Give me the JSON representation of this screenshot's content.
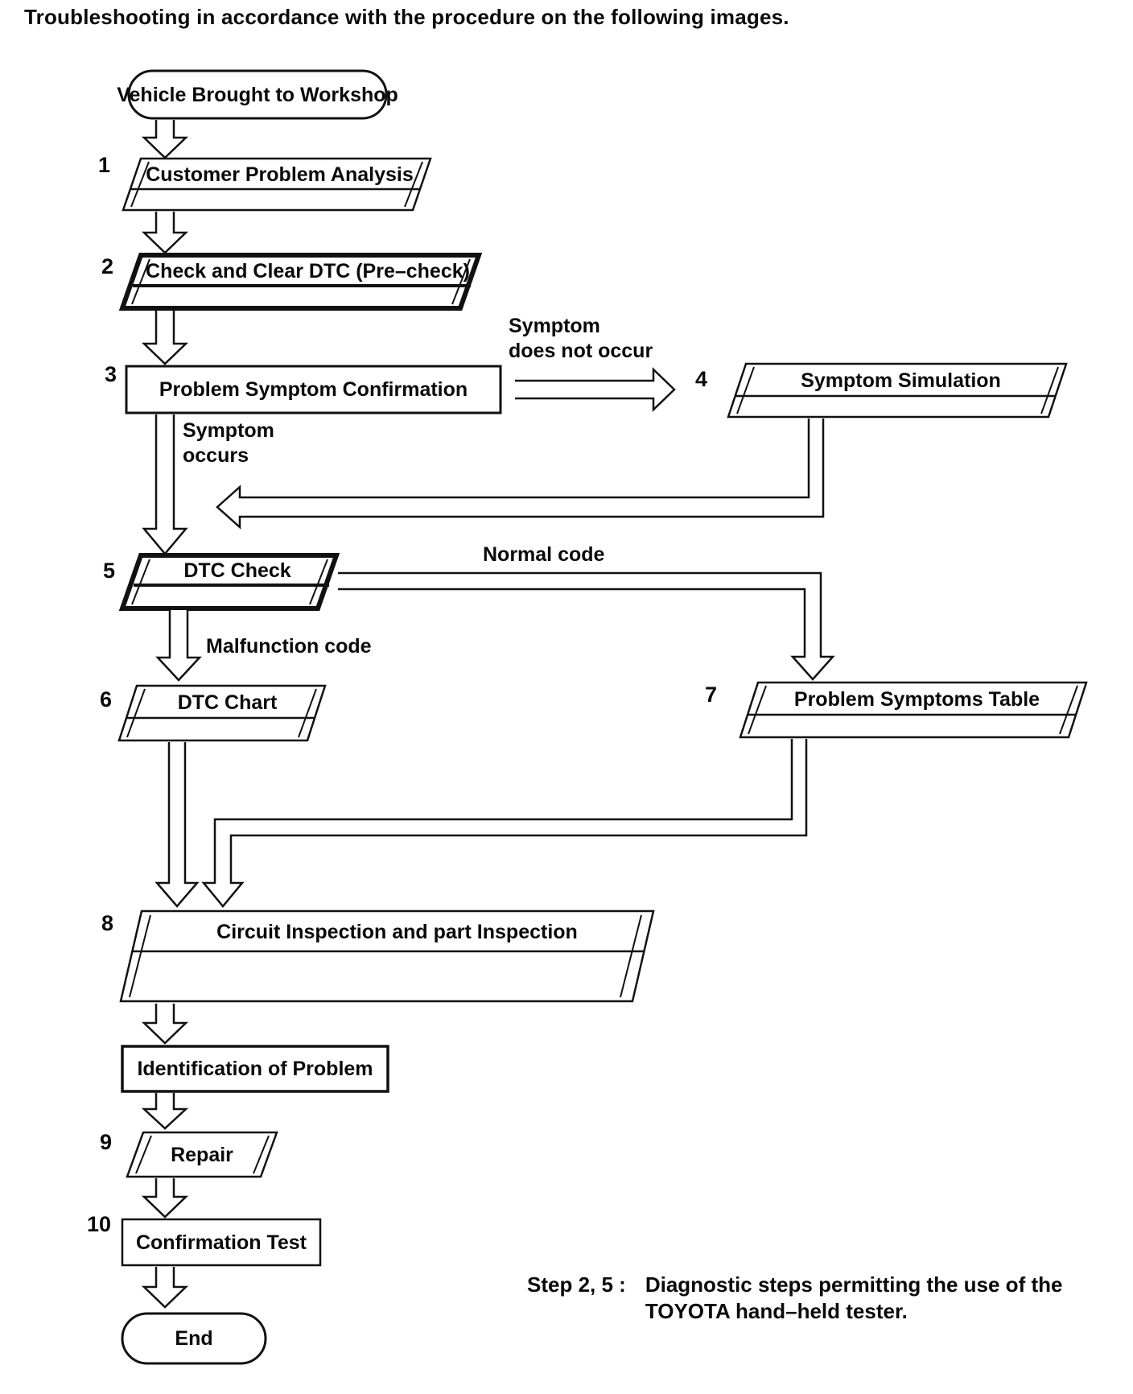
{
  "title": "Troubleshooting in accordance with the procedure on the following images.",
  "start_label": "Vehicle Brought to Workshop",
  "end_label": "End",
  "identification_label": "Identification of Problem",
  "steps": {
    "1": {
      "num": "1",
      "label": "Customer Problem Analysis"
    },
    "2": {
      "num": "2",
      "label": "Check and Clear DTC (Pre–check)"
    },
    "3": {
      "num": "3",
      "label": "Problem Symptom Confirmation"
    },
    "4": {
      "num": "4",
      "label": "Symptom Simulation"
    },
    "5": {
      "num": "5",
      "label": "DTC Check"
    },
    "6": {
      "num": "6",
      "label": "DTC Chart"
    },
    "7": {
      "num": "7",
      "label": "Problem Symptoms Table"
    },
    "8": {
      "num": "8",
      "label": "Circuit Inspection and part Inspection"
    },
    "9": {
      "num": "9",
      "label": "Repair"
    },
    "10": {
      "num": "10",
      "label": "Confirmation Test"
    }
  },
  "edge_labels": {
    "symptom": "Symptom",
    "does_not_occur": "does not occur",
    "occurs": "occurs",
    "normal_code": "Normal code",
    "malfunction_code": "Malfunction code"
  },
  "note": {
    "prefix": "Step 2, 5 :",
    "line1": "Diagnostic steps permitting the use of the",
    "line2": "TOYOTA hand–held tester."
  }
}
